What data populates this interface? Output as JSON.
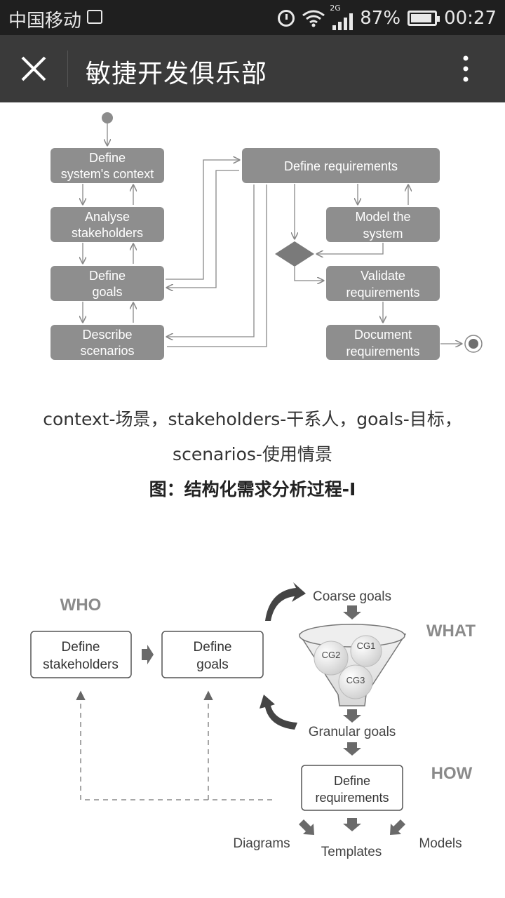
{
  "status": {
    "carrier": "中国移动",
    "network": "2G",
    "battery": "87%",
    "time": "00:27"
  },
  "appbar": {
    "title": "敏捷开发俱乐部"
  },
  "figure1": {
    "left_boxes": [
      {
        "line1": "Define",
        "line2": "system's context"
      },
      {
        "line1": "Analyse",
        "line2": "stakeholders"
      },
      {
        "line1": "Define",
        "line2": "goals"
      },
      {
        "line1": "Describe",
        "line2": "scenarios"
      }
    ],
    "top_box": "Define requirements",
    "right_boxes": [
      {
        "line1": "Model the",
        "line2": "system"
      },
      {
        "line1": "Validate",
        "line2": "requirements"
      },
      {
        "line1": "Document",
        "line2": "requirements"
      }
    ]
  },
  "captions": {
    "line1": "context-场景，stakeholders-干系人，goals-目标，",
    "line2": "scenarios-使用情景",
    "line3": "图：结构化需求分析过程-I"
  },
  "figure2": {
    "who": "WHO",
    "what": "WHAT",
    "how": "HOW",
    "stakeholders_box": {
      "line1": "Define",
      "line2": "stakeholders"
    },
    "goals_box": {
      "line1": "Define",
      "line2": "goals"
    },
    "coarse_goals": "Coarse goals",
    "cg1": "CG1",
    "cg2": "CG2",
    "cg3": "CG3",
    "granular_goals": "Granular goals",
    "requirements_box": {
      "line1": "Define",
      "line2": "requirements"
    },
    "diagrams": "Diagrams",
    "templates": "Templates",
    "models": "Models"
  }
}
